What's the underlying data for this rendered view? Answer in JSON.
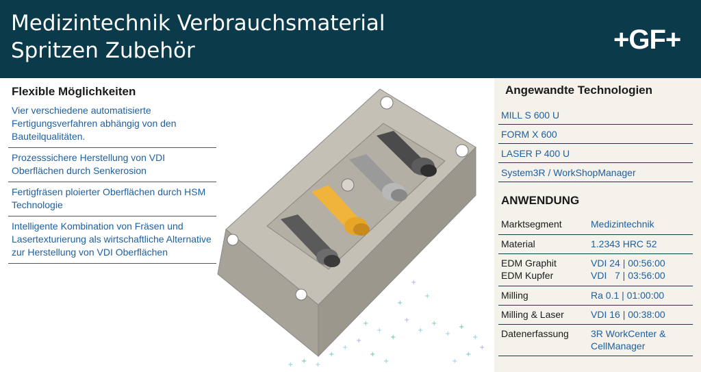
{
  "header": {
    "title_line1": "Medizintechnik Verbrauchsmaterial",
    "title_line2": "Spritzen Zubehör",
    "logo": "+GF+"
  },
  "left": {
    "heading": "Flexible Möglichkeiten",
    "items": [
      "Vier verschiedene automatisierte Fertigungsverfahren abhängig von den Bauteilqualitäten.",
      "Prozesssichere Herstellung von VDI Oberflächen durch Senkerosion",
      "Fertigfräsen ploierter Oberflächen durch HSM Technologie",
      "Intelligente Kombination von Fräsen und Lasertexturierung als wirtschaftliche Alternative zur Herstellung von VDI Oberflächen"
    ]
  },
  "technologies": {
    "heading": "Angewandte Technologien",
    "items": [
      "MILL S 600 U",
      "FORM X 600",
      "LASER P 400 U",
      "System3R / WorkShopManager"
    ]
  },
  "application": {
    "heading": "ANWENDUNG",
    "rows": [
      {
        "key": "Marktsegment",
        "value": "Medizintechnik"
      },
      {
        "key": "Material",
        "value": "1.2343 HRC 52"
      },
      {
        "key": "EDM Graphit\nEDM Kupfer",
        "value": "VDI 24 | 00:56:00\nVDI   7 | 03:56:00"
      },
      {
        "key": "Milling",
        "value": "Ra 0.1 | 01:00:00"
      },
      {
        "key": "Milling & Laser",
        "value": "VDI 16 | 00:38:00"
      },
      {
        "key": "Datenerfassung",
        "value": "3R WorkCenter &\nCellManager"
      }
    ]
  },
  "colors": {
    "header_bg": "#0b3a4a",
    "accent_text": "#1e5fa0",
    "panel_bg": "#f4f2ea",
    "insert_highlight": "#f0b43c"
  }
}
